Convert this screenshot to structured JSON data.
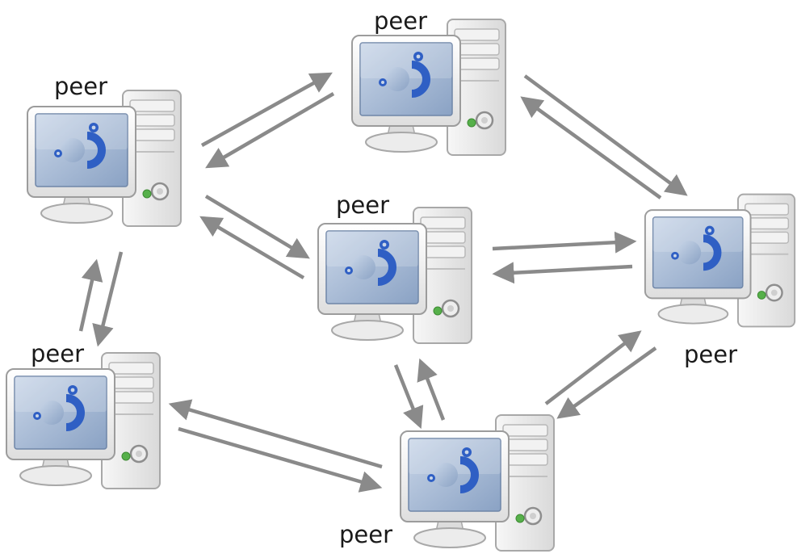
{
  "peers": [
    {
      "id": "peer-top",
      "label": "peer"
    },
    {
      "id": "peer-top-left",
      "label": "peer"
    },
    {
      "id": "peer-center",
      "label": "peer"
    },
    {
      "id": "peer-right",
      "label": "peer"
    },
    {
      "id": "peer-bottom-left",
      "label": "peer"
    },
    {
      "id": "peer-bottom",
      "label": "peer"
    }
  ],
  "links": [
    {
      "from": "peer-top-left",
      "to": "peer-top"
    },
    {
      "from": "peer-top",
      "to": "peer-top-left"
    },
    {
      "from": "peer-top",
      "to": "peer-right"
    },
    {
      "from": "peer-right",
      "to": "peer-top"
    },
    {
      "from": "peer-top-left",
      "to": "peer-center"
    },
    {
      "from": "peer-center",
      "to": "peer-top-left"
    },
    {
      "from": "peer-center",
      "to": "peer-right"
    },
    {
      "from": "peer-right",
      "to": "peer-center"
    },
    {
      "from": "peer-top-left",
      "to": "peer-bottom-left"
    },
    {
      "from": "peer-bottom-left",
      "to": "peer-top-left"
    },
    {
      "from": "peer-center",
      "to": "peer-bottom"
    },
    {
      "from": "peer-bottom",
      "to": "peer-center"
    },
    {
      "from": "peer-bottom",
      "to": "peer-bottom-left"
    },
    {
      "from": "peer-bottom-left",
      "to": "peer-bottom"
    },
    {
      "from": "peer-bottom",
      "to": "peer-right"
    },
    {
      "from": "peer-right",
      "to": "peer-bottom"
    }
  ],
  "colors": {
    "arrow": "#8a8a8a",
    "case": "#e8e8e8",
    "screen": "#a9bcd6",
    "logo": "#2f5fc4"
  },
  "icons": [
    "desktop-computer-icon",
    "tower-case-icon",
    "gear-logo-icon"
  ]
}
